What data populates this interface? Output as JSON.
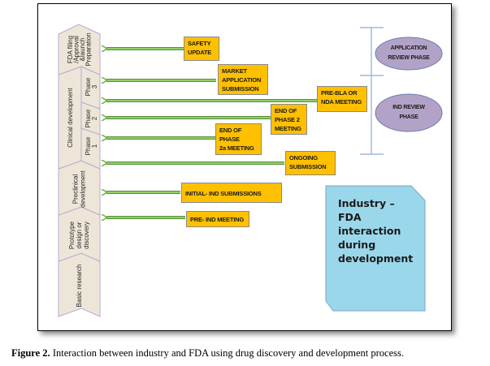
{
  "figure": {
    "caption_label": "Figure 2.",
    "caption_text": " Interaction between industry and FDA using drug discovery and development process."
  },
  "stages": [
    {
      "id": "fda-filing",
      "lines": [
        "FDA filing",
        "/Approval",
        "&launch",
        "Preparation"
      ]
    },
    {
      "id": "clinical-development",
      "lines": [
        "Clinical development"
      ]
    },
    {
      "id": "phase-3",
      "lines": [
        "Phase",
        "3"
      ]
    },
    {
      "id": "phase-2",
      "lines": [
        "Phase",
        "2"
      ]
    },
    {
      "id": "phase-1",
      "lines": [
        "Phase",
        "1"
      ]
    },
    {
      "id": "preclinical-development",
      "lines": [
        "Preclinical",
        "development"
      ]
    },
    {
      "id": "prototype-design",
      "lines": [
        "Prototype",
        "design or",
        "discovery"
      ]
    },
    {
      "id": "basic-research",
      "lines": [
        "Basic research"
      ]
    }
  ],
  "interactions": [
    {
      "id": "safety-update",
      "label": "SAFETY\nUPDATE"
    },
    {
      "id": "market-application-submission",
      "label": "MARKET\nAPPLICATION\nSUBMISSION"
    },
    {
      "id": "pre-bla-nda-meeting",
      "label": "PRE-BLA OR\nNDA MEETING"
    },
    {
      "id": "end-of-phase-2-meeting",
      "label": "END OF\nPHASE 2\nMEETING"
    },
    {
      "id": "end-of-phase-2a-meeting",
      "label": "END OF\nPHASE\n2a MEETING"
    },
    {
      "id": "ongoing-submission",
      "label": "ONGOING\nSUBMISSION"
    },
    {
      "id": "initial-ind-submissions",
      "label": "INITIAL- IND SUBMISSIONS"
    },
    {
      "id": "pre-ind-meeting",
      "label": "PRE- IND MEETING"
    }
  ],
  "review_phases": [
    {
      "id": "application-review-phase",
      "label": "APPLICATION\nREVIEW  PHASE"
    },
    {
      "id": "ind-review-phase",
      "label": "IND REVIEW\nPHASE"
    }
  ],
  "callout": {
    "text": " Industry –\nFDA\ninteraction\nduring\ndevelopment"
  },
  "colors": {
    "stage_fill": "#ede6d8",
    "stage_border": "#b9a9d2",
    "box_fill": "#ffc000",
    "arrow_green": "#70b74a",
    "oval_fill": "#b3a2c7",
    "callout_fill": "#9bd7ea",
    "bracket_line": "#8eaad6"
  }
}
